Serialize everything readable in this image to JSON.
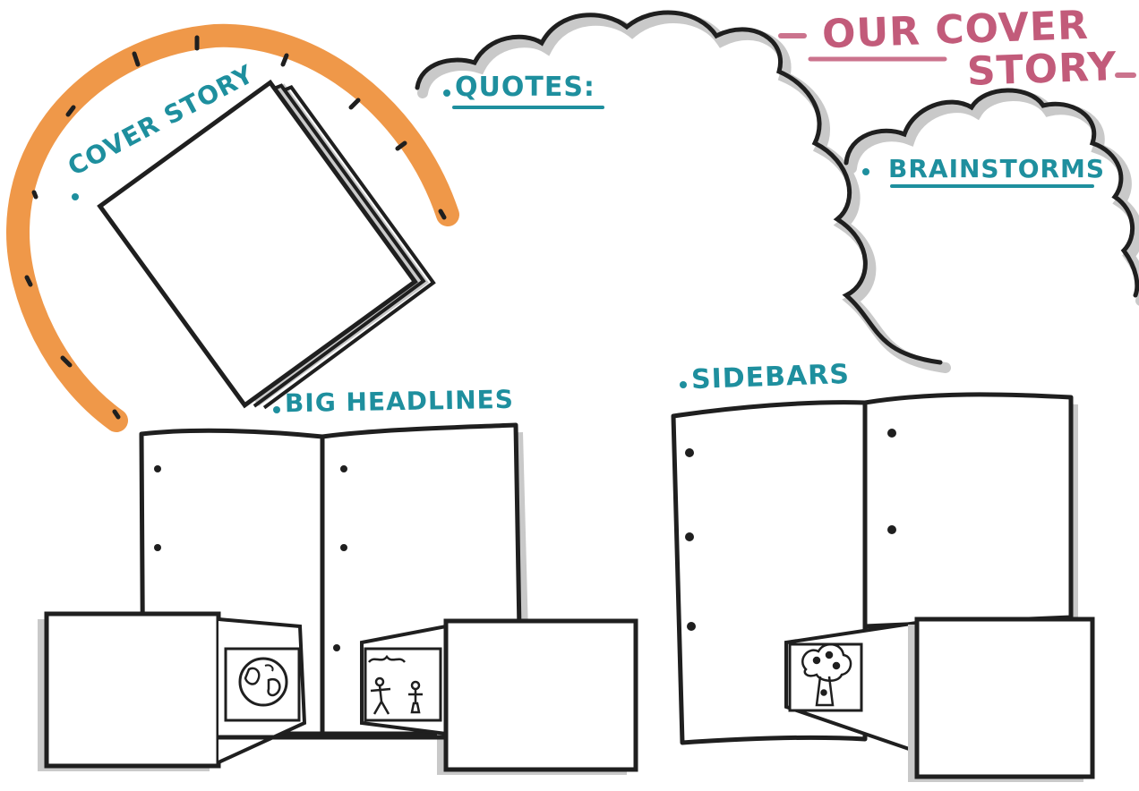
{
  "title": {
    "line1": "OUR COVER",
    "line2": "STORY"
  },
  "labels": {
    "cover_story": "COVER STORY",
    "quotes": "QUOTES:",
    "brainstorms": "BRAINSTORMS",
    "big_headlines": "BIG HEADLINES",
    "sidebars": "SIDEBARS"
  },
  "colors": {
    "label_teal": "#1e8f9e",
    "title_pink": "#c25b7a",
    "arc_orange": "#ee8f3a",
    "ink": "#1f1f1f",
    "shadow": "#c9c9c9"
  },
  "icons": [
    "globe-icon",
    "stick-figures-icon",
    "tree-icon"
  ]
}
